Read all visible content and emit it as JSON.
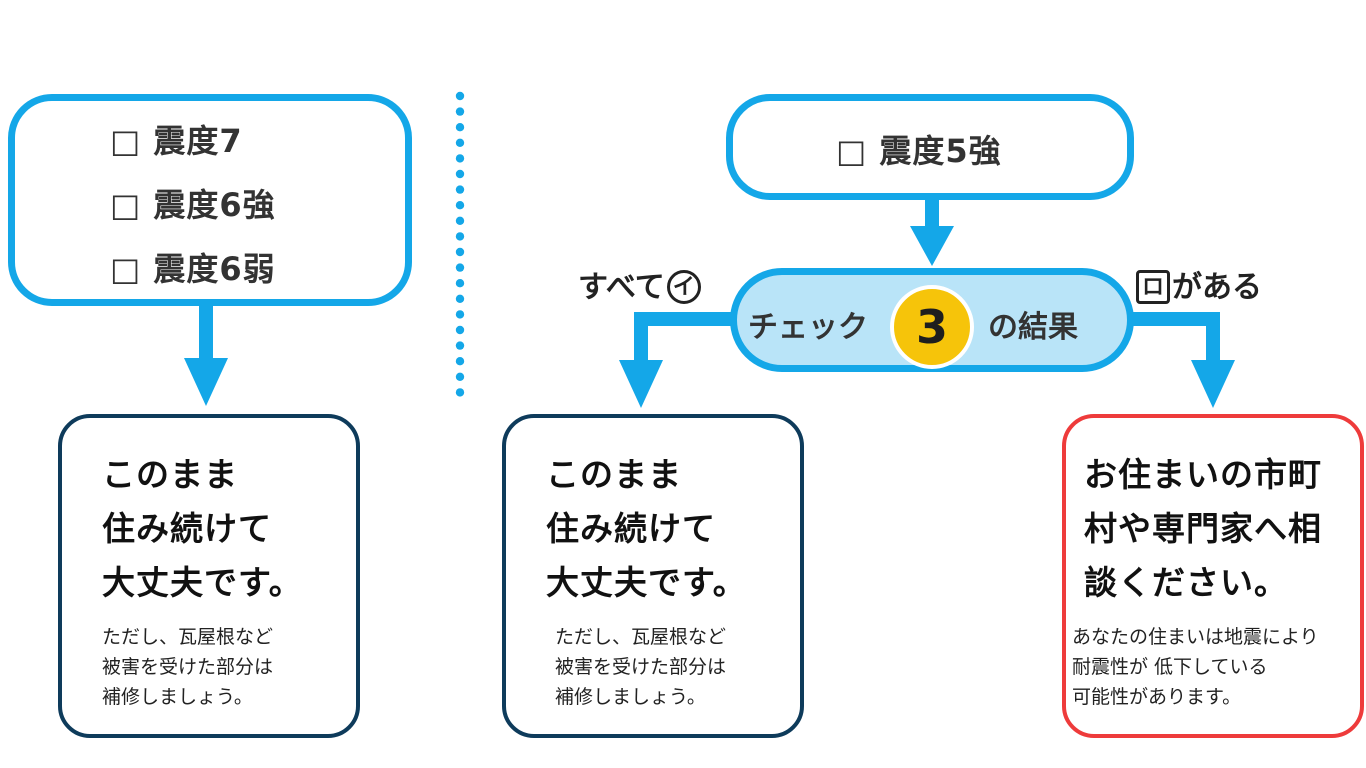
{
  "left_checks": {
    "items": [
      "□ 震度7",
      "□ 震度6強",
      "□ 震度6弱"
    ]
  },
  "right_check": {
    "item": "□ 震度5強"
  },
  "check_result": {
    "prefix": "チェック",
    "number": "3",
    "suffix": "の結果"
  },
  "branches": {
    "left_text": "すべて",
    "left_mark": "イ",
    "right_mark": "ロ",
    "right_text": "がある"
  },
  "results": [
    {
      "headline": "このまま\n住み続けて\n大丈夫です。",
      "note": "ただし、瓦屋根など\n被害を受けた部分は\n補修しましょう。"
    },
    {
      "headline": "このまま\n住み続けて\n大丈夫です。",
      "note": "ただし、瓦屋根など\n被害を受けた部分は\n補修しましょう。"
    },
    {
      "headline": "お住まいの市町\n村や専門家へ相\n談ください。",
      "note": "あなたの住まいは地震により\n耐震性が 低下している\n可能性があります。"
    }
  ],
  "colors": {
    "flow_blue": "#14a7e8",
    "pill_fill": "#b9e4f8",
    "badge_yellow": "#f6c40a",
    "result_navy": "#0e3b5b",
    "result_red": "#ee3b3b"
  }
}
